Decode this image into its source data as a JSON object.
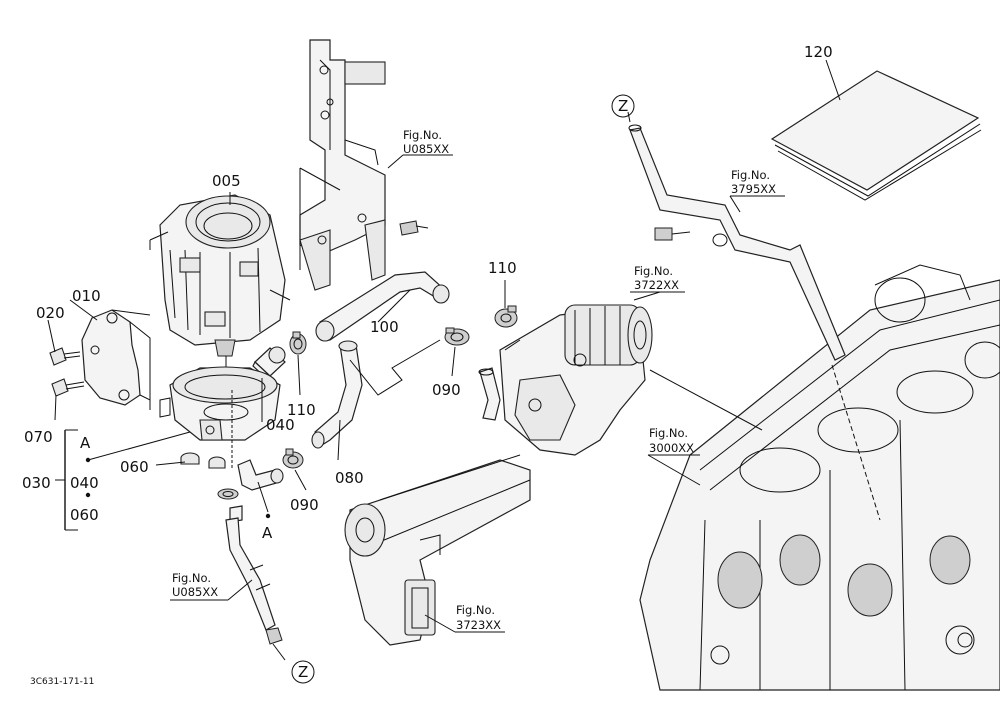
{
  "diagram_code": "3C631-171-11",
  "parts": {
    "p005": "005",
    "p010": "010",
    "p020": "020",
    "p030": "030",
    "p040": "040",
    "p060": "060",
    "p070": "070",
    "p080": "080",
    "p090": "090",
    "p100": "100",
    "p110": "110",
    "p120": "120",
    "p060b": "060",
    "p040b": "040",
    "p090b": "090",
    "p110b": "110"
  },
  "group_marks": {
    "a_top": "A",
    "a_bottom": "A",
    "z_top": "Z",
    "z_bottom": "Z"
  },
  "figure_refs": {
    "u085_top": {
      "line1": "Fig.No.",
      "line2": "U085XX"
    },
    "u085_bottom": {
      "line1": "Fig.No.",
      "line2": "U085XX"
    },
    "r3795": {
      "line1": "Fig.No.",
      "line2": "3795XX"
    },
    "r3722": {
      "line1": "Fig.No.",
      "line2": "3722XX"
    },
    "r3000": {
      "line1": "Fig.No.",
      "line2": "3000XX"
    },
    "r3723": {
      "line1": "Fig.No.",
      "line2": "3723XX"
    }
  }
}
